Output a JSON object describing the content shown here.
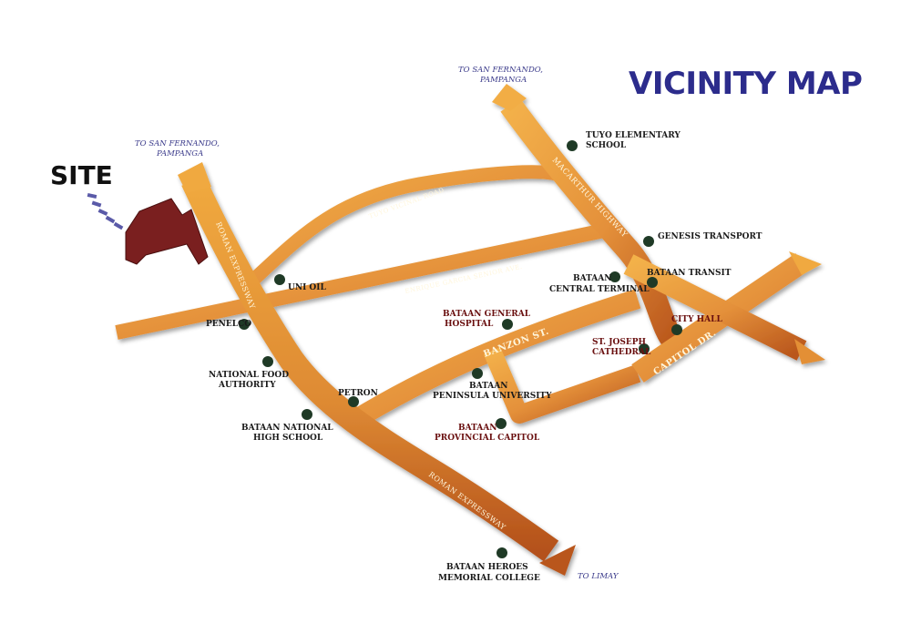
{
  "title": "VICINITY MAP",
  "site_label": "SITE",
  "directions": {
    "sf_left_line1": "TO SAN FERNANDO,",
    "sf_left_line2": "PAMPANGA",
    "sf_top_line1": "TO SAN FERNANDO,",
    "sf_top_line2": "PAMPANGA",
    "limay": "TO LIMAY"
  },
  "roads": {
    "roman_north": "ROMAN EXPRESSWAY",
    "roman_south": "ROMAN EXPRESSWAY",
    "tuyo": "TUYO VICINAL ROAD",
    "enrique": "ENRIQUE GARCIA SENIOR AVE.",
    "macarthur": "MACARTHUR HIGHWAY",
    "banzon": "BANZON ST.",
    "capitol": "CAPITOL DR."
  },
  "landmarks": {
    "tuyo_school_1": "TUYO ELEMENTARY",
    "tuyo_school_2": "SCHOOL",
    "genesis": "GENESIS TRANSPORT",
    "bataan_transit": "BATAAN TRANSIT",
    "central_terminal_1": "BATAAN",
    "central_terminal_2": "CENTRAL TERMINAL",
    "city_hall": "CITY HALL",
    "cathedral_1": "ST. JOSEPH",
    "cathedral_2": "CATHEDRAL",
    "hospital_1": "BATAAN GENERAL",
    "hospital_2": "HOSPITAL",
    "uni_oil": "UNI OIL",
    "penelco": "PENELCO",
    "nfa_1": "NATIONAL FOOD",
    "nfa_2": "AUTHORITY",
    "petron": "PETRON",
    "bpu_1": "BATAAN",
    "bpu_2": "PENINSULA UNIVERSITY",
    "capitol_1": "BATAAN",
    "capitol_2": "PROVINCIAL CAPITOL",
    "bnhs_1": "BATAAN NATIONAL",
    "bnhs_2": "HIGH SCHOOL",
    "bhmc_1": "BATAAN HEROES",
    "bhmc_2": "MEMORIAL COLLEGE"
  },
  "colors": {
    "road_light": "#f0a940",
    "road_dark": "#b85a1a",
    "road_edge": "#8a4a15",
    "site_fill": "#7a1f1f",
    "site_arrow": "#5a5aa8",
    "title": "#2c2c8c",
    "marker": "#1f3a26",
    "direction_text": "#3a3a8a"
  }
}
